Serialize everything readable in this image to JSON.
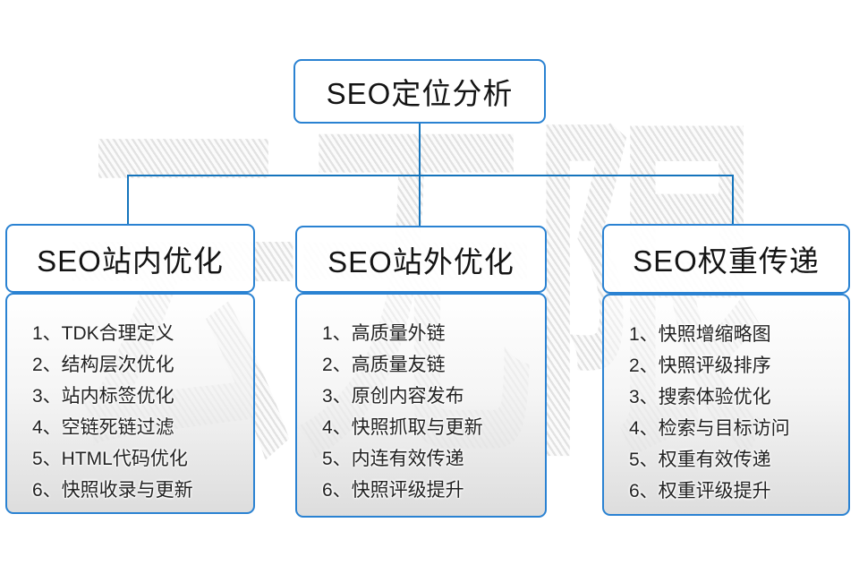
{
  "root_box": {
    "label": "SEO定位分析"
  },
  "watermark": {
    "text": "云无限"
  },
  "columns": [
    {
      "title": "SEO站内优化",
      "items": [
        "1、TDK合理定义",
        "2、结构层次优化",
        "3、站内标签优化",
        "4、空链死链过滤",
        "5、HTML代码优化",
        "6、快照收录与更新"
      ]
    },
    {
      "title": "SEO站外优化",
      "items": [
        "1、高质量外链",
        "2、高质量友链",
        "3、原创内容发布",
        "4、快照抓取与更新",
        "5、内连有效传递",
        "6、快照评级提升"
      ]
    },
    {
      "title": "SEO权重传递",
      "items": [
        "1、快照增缩略图",
        "2、快照评级排序",
        "3、搜索体验优化",
        "4、检索与目标访问",
        "5、权重有效传递",
        "6、权重评级提升"
      ]
    }
  ],
  "colors": {
    "connector_blue": "#1474bc",
    "box_border_blue": "#2a82d2"
  }
}
